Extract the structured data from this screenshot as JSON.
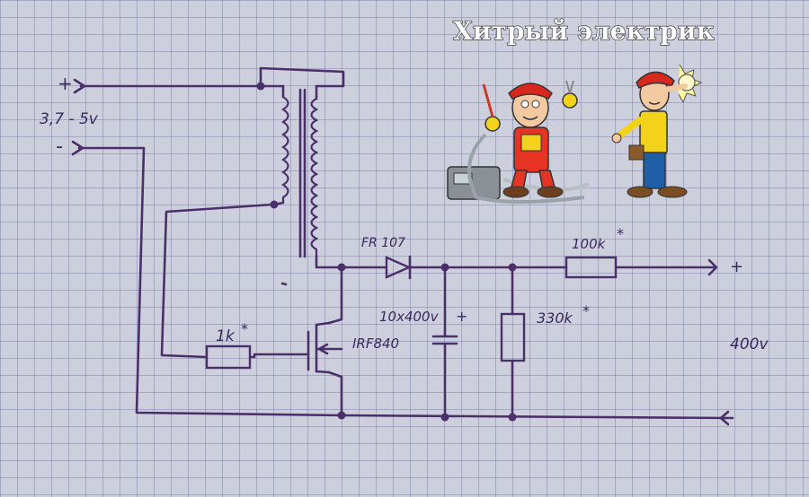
{
  "watermark": {
    "title": "Хитрый электрик"
  },
  "labels": {
    "input_plus": "+",
    "input_minus": "-",
    "input_voltage": "3,7 - 5v",
    "diode": "FR 107",
    "resistor_100k": "100k",
    "resistor_100k_star": "*",
    "resistor_330k": "330k",
    "resistor_330k_star": "*",
    "capacitor": "10x400v",
    "capacitor_plus": "+",
    "resistor_1k": "1k",
    "resistor_1k_star": "*",
    "mosfet": "IRF840",
    "output_plus": "+",
    "output_voltage": "400v"
  },
  "colors": {
    "ink": "#4a2f6a",
    "paper": "#cdd0dc",
    "grid": "#7c80b0"
  }
}
